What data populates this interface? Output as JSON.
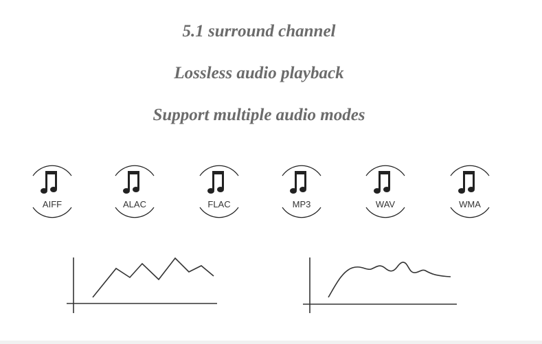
{
  "headlines": {
    "line1": "5.1 surround channel",
    "line2": "Lossless audio playback",
    "line3": "Support multiple audio modes"
  },
  "formats": [
    {
      "label": "AIFF",
      "icon": "music-note-icon"
    },
    {
      "label": "ALAC",
      "icon": "music-note-icon"
    },
    {
      "label": "FLAC",
      "icon": "music-note-icon"
    },
    {
      "label": "MP3",
      "icon": "music-note-icon"
    },
    {
      "label": "WAV",
      "icon": "music-note-icon"
    },
    {
      "label": "WMA",
      "icon": "music-note-icon"
    }
  ],
  "colors": {
    "headline_text": "#6b6b6b",
    "icon_stroke": "#222222",
    "graph_stroke": "#333333"
  }
}
